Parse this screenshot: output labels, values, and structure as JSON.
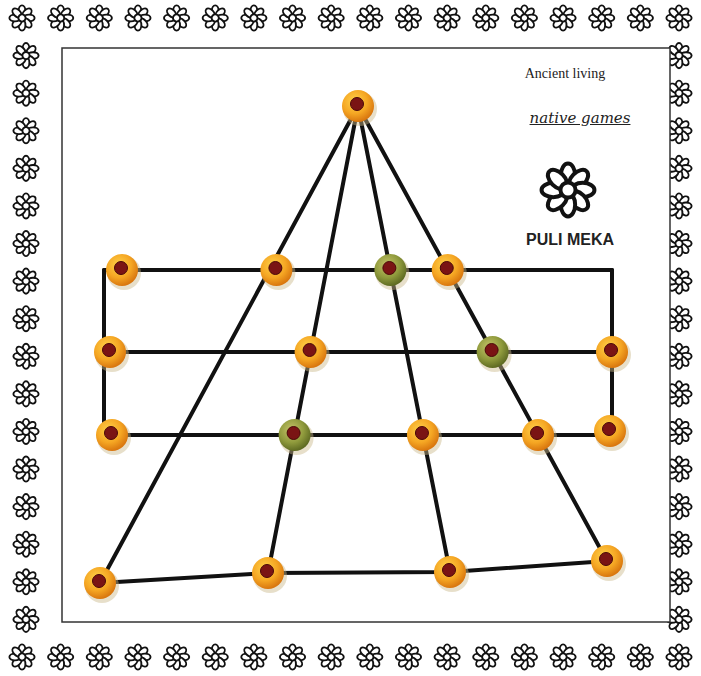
{
  "diagram": {
    "labels": [
      "Ancient living",
      "native games",
      "PULI MEKA"
    ]
  }
}
